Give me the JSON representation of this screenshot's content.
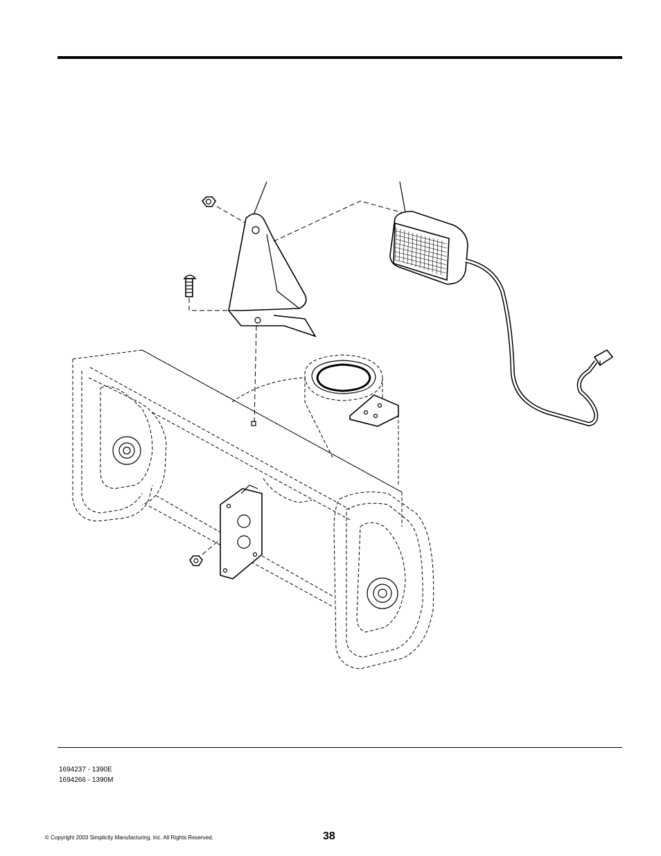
{
  "footer": {
    "part_numbers": [
      "1694237 - 1390E",
      "1694266 - 1390M"
    ],
    "copyright": "© Copyright 2003 Simplicity Manufacturing, Inc. All Rights Reserved.",
    "page_number": "38"
  },
  "illustration": {
    "parts": [
      "hex-nut",
      "mounting-bracket",
      "carriage-bolt",
      "light-assembly",
      "light-cable",
      "connector-plug",
      "auger-housing",
      "chute-plate",
      "hex-nut-lower"
    ]
  }
}
